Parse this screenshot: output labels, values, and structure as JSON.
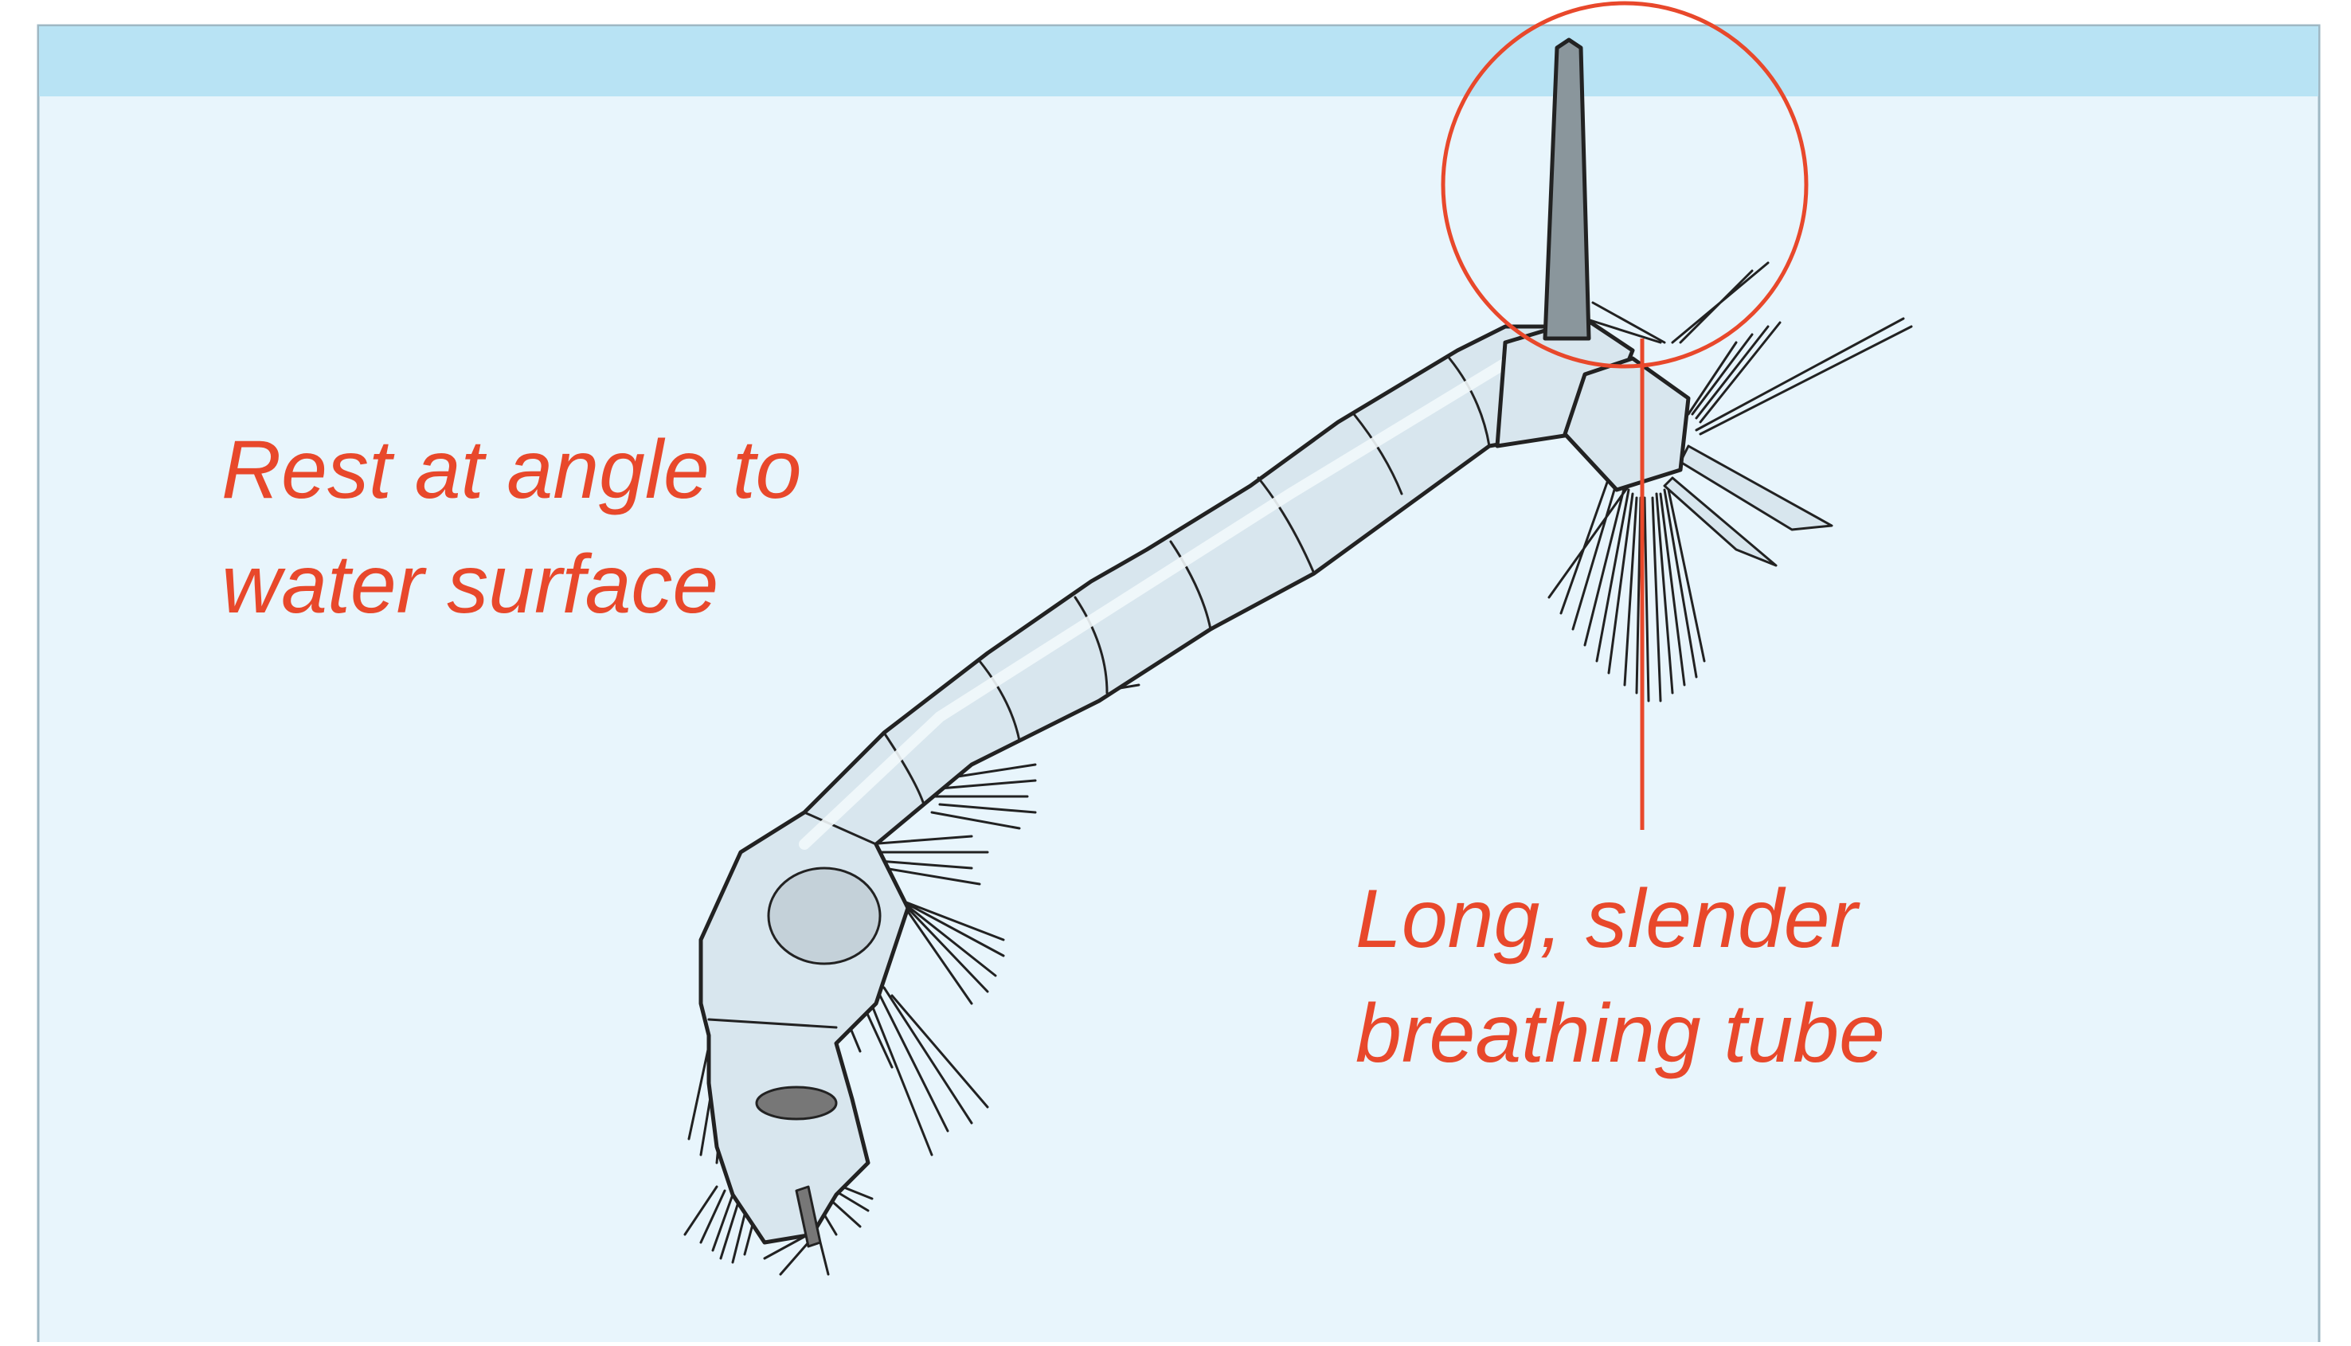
{
  "labels": {
    "rest_line1": "Rest at angle to",
    "rest_line2": "water surface",
    "tube_line1": "Long, slender",
    "tube_line2": "breathing tube"
  },
  "colors": {
    "water_surface": "#b8e3f4",
    "water_body": "#e8f5fc",
    "frame_border": "#9fb8c4",
    "annotation": "#e8482b",
    "larva_fill": "#d8e6ee",
    "larva_outline": "#222222",
    "siphon_fill": "#8a969c",
    "dark_spot": "#777777"
  },
  "icons": {
    "larva": "mosquito-larva-illustration",
    "highlight": "highlight-circle",
    "pointer": "leader-line"
  }
}
